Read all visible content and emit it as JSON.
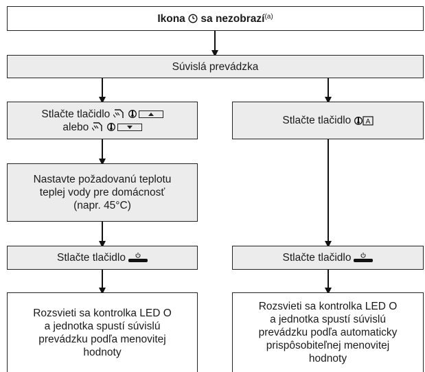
{
  "nodes": {
    "top": {
      "prefix": "Ikona",
      "suffix": "sa nezobrazí",
      "note": "(a)"
    },
    "continuous": "Súvislá prevádzka",
    "left_press_line1": "Stlačte tlačidlo",
    "left_press_line2": "alebo",
    "right_press": "Stlačte tlačidlo",
    "set_temp": [
      "Nastavte požadovanú teplotu",
      "teplej vody pre domácnosť",
      "(napr. 45°C)"
    ],
    "left_onoff": "Stlačte tlačidlo",
    "right_onoff": "Stlačte tlačidlo",
    "left_result": [
      "Rozsvieti sa kontrolka LED O",
      "a jednotka spustí súvislú",
      "prevádzku podľa menovitej",
      "hodnoty"
    ],
    "right_result": [
      "Rozsvieti sa kontrolka LED O",
      "a jednotka spustí súvislú",
      "prevádzku podľa automaticky",
      "prispôsobiteľnej menovitej",
      "hodnoty"
    ]
  },
  "icons": {
    "timer": "clock-icon",
    "hot_water": "hot-water-tap-icon",
    "thermometer": "thermometer-icon",
    "up": "up-arrow-button",
    "down": "down-arrow-button",
    "auto": "auto-mode-icon",
    "onoff": "on-off-button"
  }
}
